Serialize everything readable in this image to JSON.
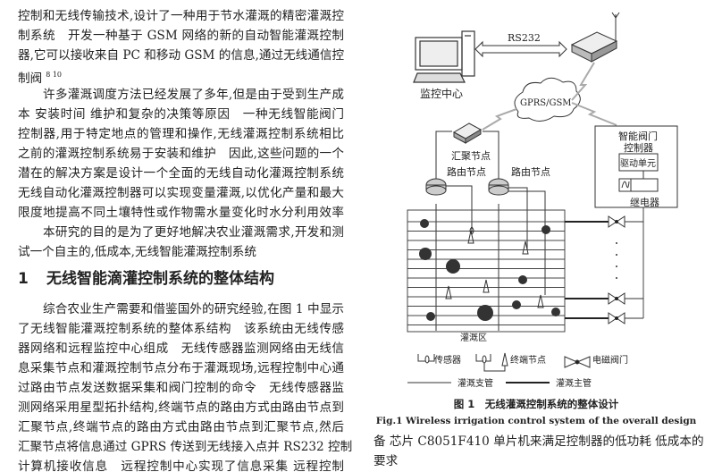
{
  "left_column": {
    "para1": [
      "控制和无线传输技术,设计了一种用于节水灌溉的精密灌溉控",
      "制系统　开发一种基于 GSM 网络的新的自动智能灌溉控制",
      "器,它可以接收来自 PC 和移动 GSM 的信息,通过无线通信控",
      "制阀"
    ],
    "para1_ref": "8 10",
    "para2": [
      "许多灌溉调度方法已经发展了多年,但是由于受到生产成",
      "本 安装时间 维护和复杂的决策等原因　一种无线智能阀门",
      "控制器,用于特定地点的管理和操作,无线灌溉控制系统相比",
      "之前的灌溉控制系统易于安装和维护　因此,这些问题的一个",
      "潜在的解决方案是设计一个全面的无线自动化灌溉控制系统",
      "无线自动化灌溉控制器可以实现变量灌溉,以优化产量和最大",
      "限度地提高不同土壤特性或作物需水量变化时水分利用效率"
    ],
    "para3": [
      "本研究的目的是为了更好地解决农业灌溉需求,开发和测",
      "试一个自主的,低成本,无线智能灌溉控制系统"
    ],
    "section_number": "1",
    "section_title": "无线智能滴灌控制系统的整体结构",
    "para4": [
      "综合农业生产需要和借鉴国外的研究经验,在图 1 中显示",
      "了无线智能灌溉控制系统的整体系结构　该系统由无线传感",
      "器网络和远程监控中心组成　无线传感器监测网络由无线信",
      "息采集节点和灌溉控制节点分布于灌溉现场,远程控制中心通",
      "过路由节点发送数据采集和阀门控制的命令　无线传感器监",
      "测网络采用星型拓扑结构,终端节点的路由方式由路由节点到",
      "汇聚节点,终端节点的路由方式由路由节点到汇聚节点,然后",
      "汇聚节点将信息通过 GPRS 传送到无线接入点并 RS232 控制",
      "计算机接收信息　远程控制中心实现了信息采集 远程控制"
    ]
  },
  "figure": {
    "rs232": "RS232",
    "monitor_center": "监控中心",
    "network": "GPRS/GSM",
    "sink_node": "汇聚节点",
    "router_node": "路由节点",
    "valve_controller": [
      "智能阀门",
      "控制器"
    ],
    "drive_unit": "驱动单元",
    "relay": "继电器",
    "irrigation_area": "灌溉区",
    "legend": {
      "sensor": "传感器",
      "terminal_node": "终端节点",
      "solenoid_valve": "电磁阀门",
      "branch_pipe": "灌溉支管",
      "main_pipe": "灌溉主管"
    },
    "caption_cn": "图 1　无线灌溉控制系统的整体设计",
    "caption_en": "Fig.1 Wireless irrigation control system of the overall design"
  },
  "right_column": {
    "lines": [
      "备 芯片 C8051F410 单片机来满足控制器的低功耗 低成本的",
      "要求"
    ]
  }
}
